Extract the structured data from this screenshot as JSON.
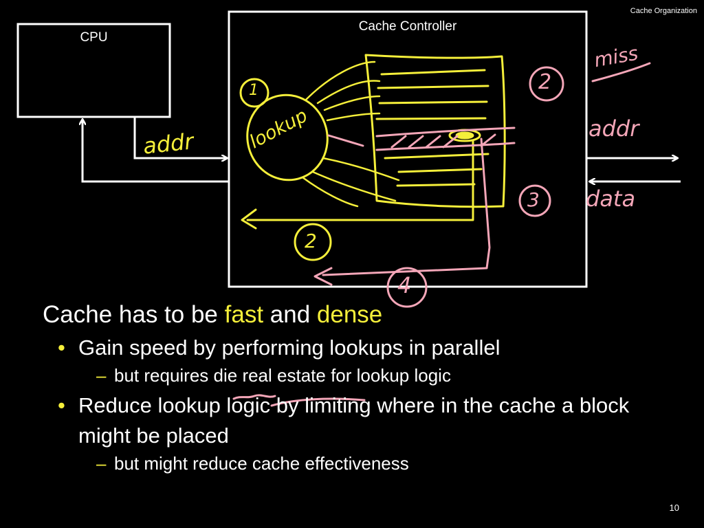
{
  "slide_header": "Cache Organization",
  "diagram": {
    "cpu_label": "CPU",
    "controller_label": "Cache Controller",
    "annotations": {
      "lookup": "lookup",
      "addr_left": "addr",
      "miss": "miss",
      "addr_right": "addr",
      "data": "data",
      "step1": "1",
      "step2_left": "2",
      "step2_right": "2",
      "step3": "3",
      "step4": "4"
    },
    "colors": {
      "yellow": "#f5ef3a",
      "pink": "#f4a6b8",
      "white": "#ffffff"
    }
  },
  "content": {
    "heading": {
      "prefix": "Cache has to be ",
      "word1": "fast",
      "middle": " and ",
      "word2": "dense"
    },
    "bullet_symbol": "•",
    "dash_symbol": "–",
    "bullets": [
      {
        "text": "Gain speed by performing lookups in parallel",
        "sub": "but requires die real estate for lookup logic"
      },
      {
        "text": "Reduce lookup logic by limiting where in the cache a block might be placed",
        "sub": "but might reduce cache effectiveness"
      }
    ]
  },
  "page_number": "10"
}
